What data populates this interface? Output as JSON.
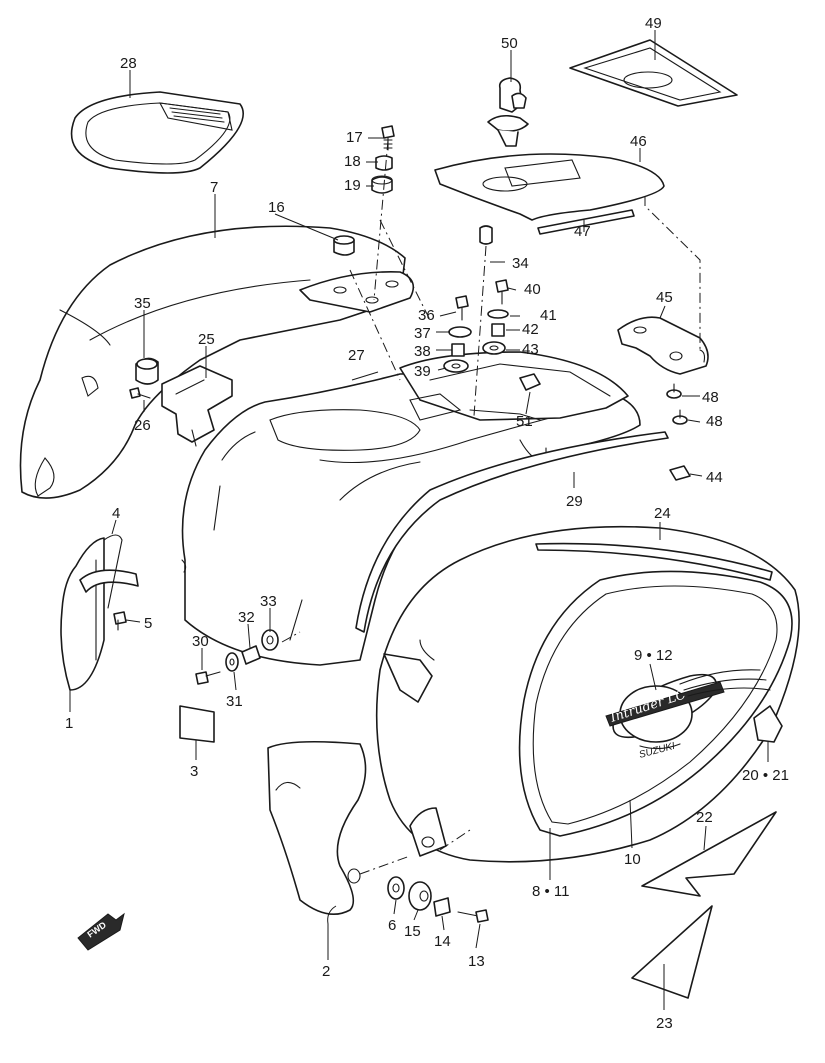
{
  "diagram": {
    "fwd_marker": "FWD",
    "emblem": {
      "model_script": "Intruder LC",
      "brand": "SUZUKI"
    },
    "callouts": [
      {
        "id": "c1",
        "text": "1"
      },
      {
        "id": "c2",
        "text": "2"
      },
      {
        "id": "c3",
        "text": "3"
      },
      {
        "id": "c4",
        "text": "4"
      },
      {
        "id": "c5",
        "text": "5"
      },
      {
        "id": "c6",
        "text": "6"
      },
      {
        "id": "c7",
        "text": "7"
      },
      {
        "id": "c8",
        "text": "8 • 11"
      },
      {
        "id": "c9",
        "text": "9 • 12"
      },
      {
        "id": "c10",
        "text": "10"
      },
      {
        "id": "c13",
        "text": "13"
      },
      {
        "id": "c14",
        "text": "14"
      },
      {
        "id": "c15",
        "text": "15"
      },
      {
        "id": "c16",
        "text": "16"
      },
      {
        "id": "c17",
        "text": "17"
      },
      {
        "id": "c18",
        "text": "18"
      },
      {
        "id": "c19",
        "text": "19"
      },
      {
        "id": "c20",
        "text": "20 • 21"
      },
      {
        "id": "c22",
        "text": "22"
      },
      {
        "id": "c23",
        "text": "23"
      },
      {
        "id": "c24",
        "text": "24"
      },
      {
        "id": "c25",
        "text": "25"
      },
      {
        "id": "c26",
        "text": "26"
      },
      {
        "id": "c27",
        "text": "27"
      },
      {
        "id": "c28",
        "text": "28"
      },
      {
        "id": "c29",
        "text": "29"
      },
      {
        "id": "c30",
        "text": "30"
      },
      {
        "id": "c31",
        "text": "31"
      },
      {
        "id": "c32",
        "text": "32"
      },
      {
        "id": "c33",
        "text": "33"
      },
      {
        "id": "c34",
        "text": "34"
      },
      {
        "id": "c35",
        "text": "35"
      },
      {
        "id": "c36",
        "text": "36"
      },
      {
        "id": "c37",
        "text": "37"
      },
      {
        "id": "c38",
        "text": "38"
      },
      {
        "id": "c39",
        "text": "39"
      },
      {
        "id": "c40",
        "text": "40"
      },
      {
        "id": "c41",
        "text": "41"
      },
      {
        "id": "c42",
        "text": "42"
      },
      {
        "id": "c43",
        "text": "43"
      },
      {
        "id": "c44",
        "text": "44"
      },
      {
        "id": "c45",
        "text": "45"
      },
      {
        "id": "c46",
        "text": "46"
      },
      {
        "id": "c47",
        "text": "47"
      },
      {
        "id": "c48a",
        "text": "48"
      },
      {
        "id": "c48b",
        "text": "48"
      },
      {
        "id": "c49",
        "text": "49"
      },
      {
        "id": "c50",
        "text": "50"
      },
      {
        "id": "c51",
        "text": "51"
      }
    ]
  }
}
